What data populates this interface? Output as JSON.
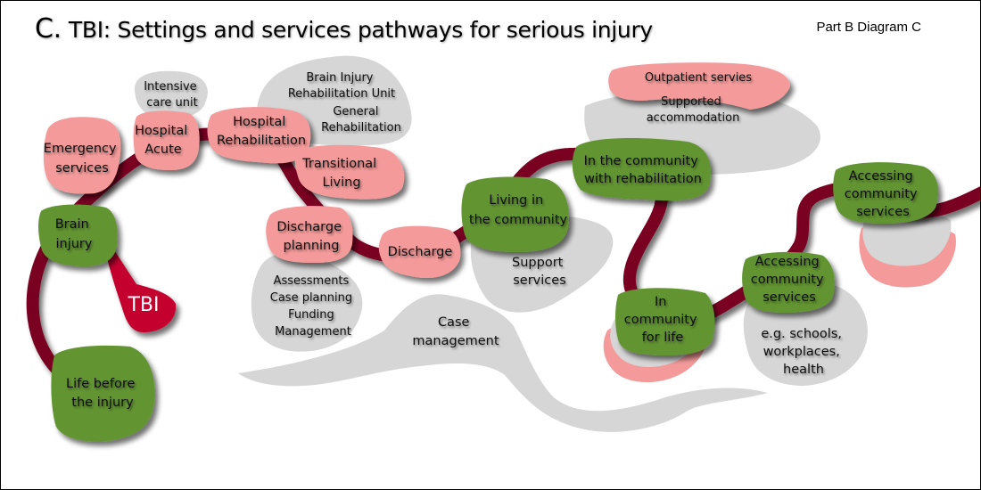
{
  "header": {
    "letter": "C.",
    "title": "TBI: Settings and services pathways for serious injury",
    "part_label": "Part B Diagram C"
  },
  "colors": {
    "pathway": "#7a0020",
    "green_node": "#629430",
    "pink_node": "#f49a9a",
    "grey_cloud": "#d6d6d6",
    "tbi": "#c3002f"
  },
  "tbi_label": "TBI",
  "green_nodes": {
    "life_before": [
      "Life before",
      "the injury"
    ],
    "brain_injury": [
      "Brain",
      "injury"
    ],
    "living_community": [
      "Living in",
      "the community"
    ],
    "community_rehab": [
      "In the community",
      "with rehabilitation"
    ],
    "community_life": [
      "In",
      "community",
      "for life"
    ],
    "accessing_1": [
      "Accessing",
      "community",
      "services"
    ],
    "accessing_2": [
      "Accessing",
      "community",
      "services"
    ]
  },
  "pink_nodes": {
    "emergency": [
      "Emergency",
      "services"
    ],
    "hospital_acute": [
      "Hospital",
      "Acute"
    ],
    "hospital_rehab": [
      "Hospital",
      "Rehabilitation"
    ],
    "transitional": [
      "Transitional",
      "Living"
    ],
    "discharge_planning": [
      "Discharge",
      "planning"
    ],
    "discharge": [
      "Discharge"
    ],
    "outpatient": [
      "Outpatient servies"
    ]
  },
  "grey_notes": {
    "icu": [
      "Intensive",
      "care unit"
    ],
    "biru": [
      "Brain Injury",
      "Rehabilitation Unit"
    ],
    "general_rehab": [
      "General",
      "Rehabilitation"
    ],
    "assessments": [
      "Assessments",
      "Case planning",
      "Funding",
      "Management"
    ],
    "support": [
      "Support",
      "services"
    ],
    "case_mgmt": [
      "Case",
      "management"
    ],
    "supported_accom": [
      "Supported",
      "accommodation"
    ],
    "examples": [
      "e.g. schools,",
      "workplaces,",
      "health"
    ]
  }
}
